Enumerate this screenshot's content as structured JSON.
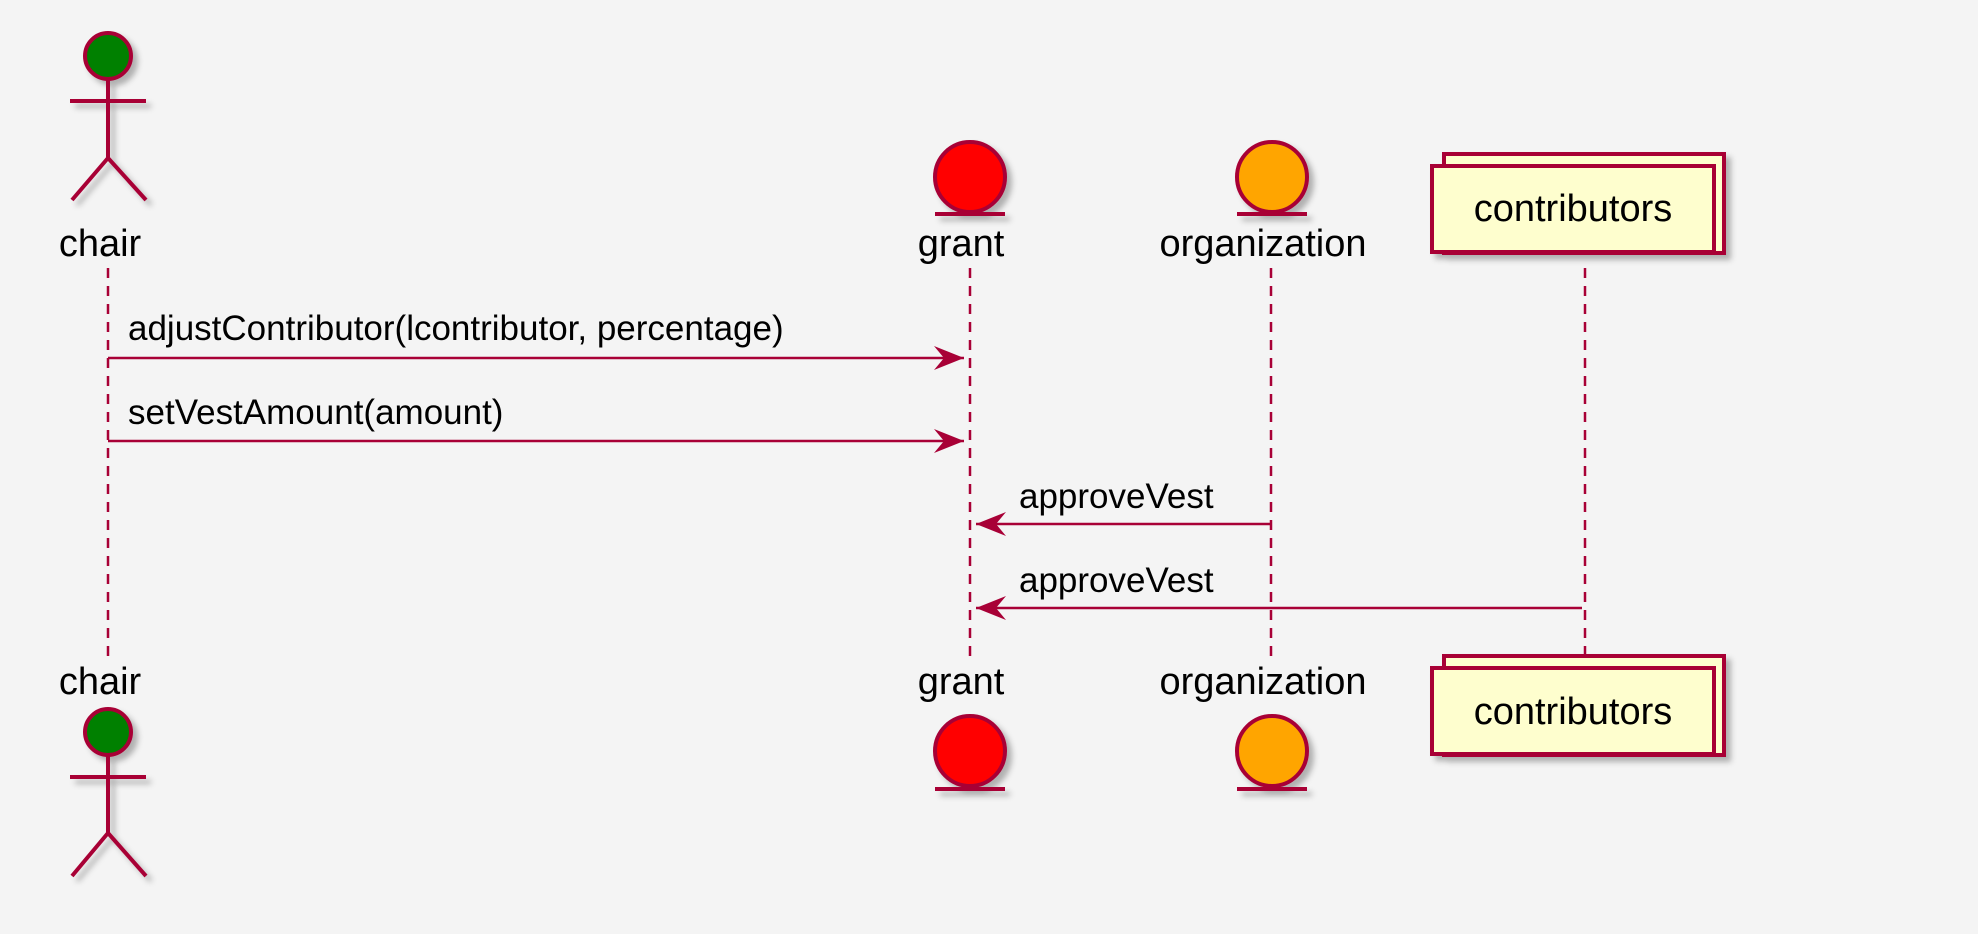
{
  "colors": {
    "background": "#f4f4f4",
    "line": "#a80036",
    "actor_head": "#008000",
    "grant_entity": "#ff0000",
    "organization_entity": "#ffa500",
    "collection_fill": "#fefece"
  },
  "participants": {
    "chair": {
      "label": "chair",
      "kind": "actor"
    },
    "grant": {
      "label": "grant",
      "kind": "entity"
    },
    "organization": {
      "label": "organization",
      "kind": "entity"
    },
    "contributors": {
      "label": "contributors",
      "kind": "collections"
    }
  },
  "messages": [
    {
      "from": "chair",
      "to": "grant",
      "label": "adjustContributor(lcontributor, percentage)"
    },
    {
      "from": "chair",
      "to": "grant",
      "label": "setVestAmount(amount)"
    },
    {
      "from": "organization",
      "to": "grant",
      "label": "approveVest"
    },
    {
      "from": "contributors",
      "to": "grant",
      "label": "approveVest"
    }
  ]
}
